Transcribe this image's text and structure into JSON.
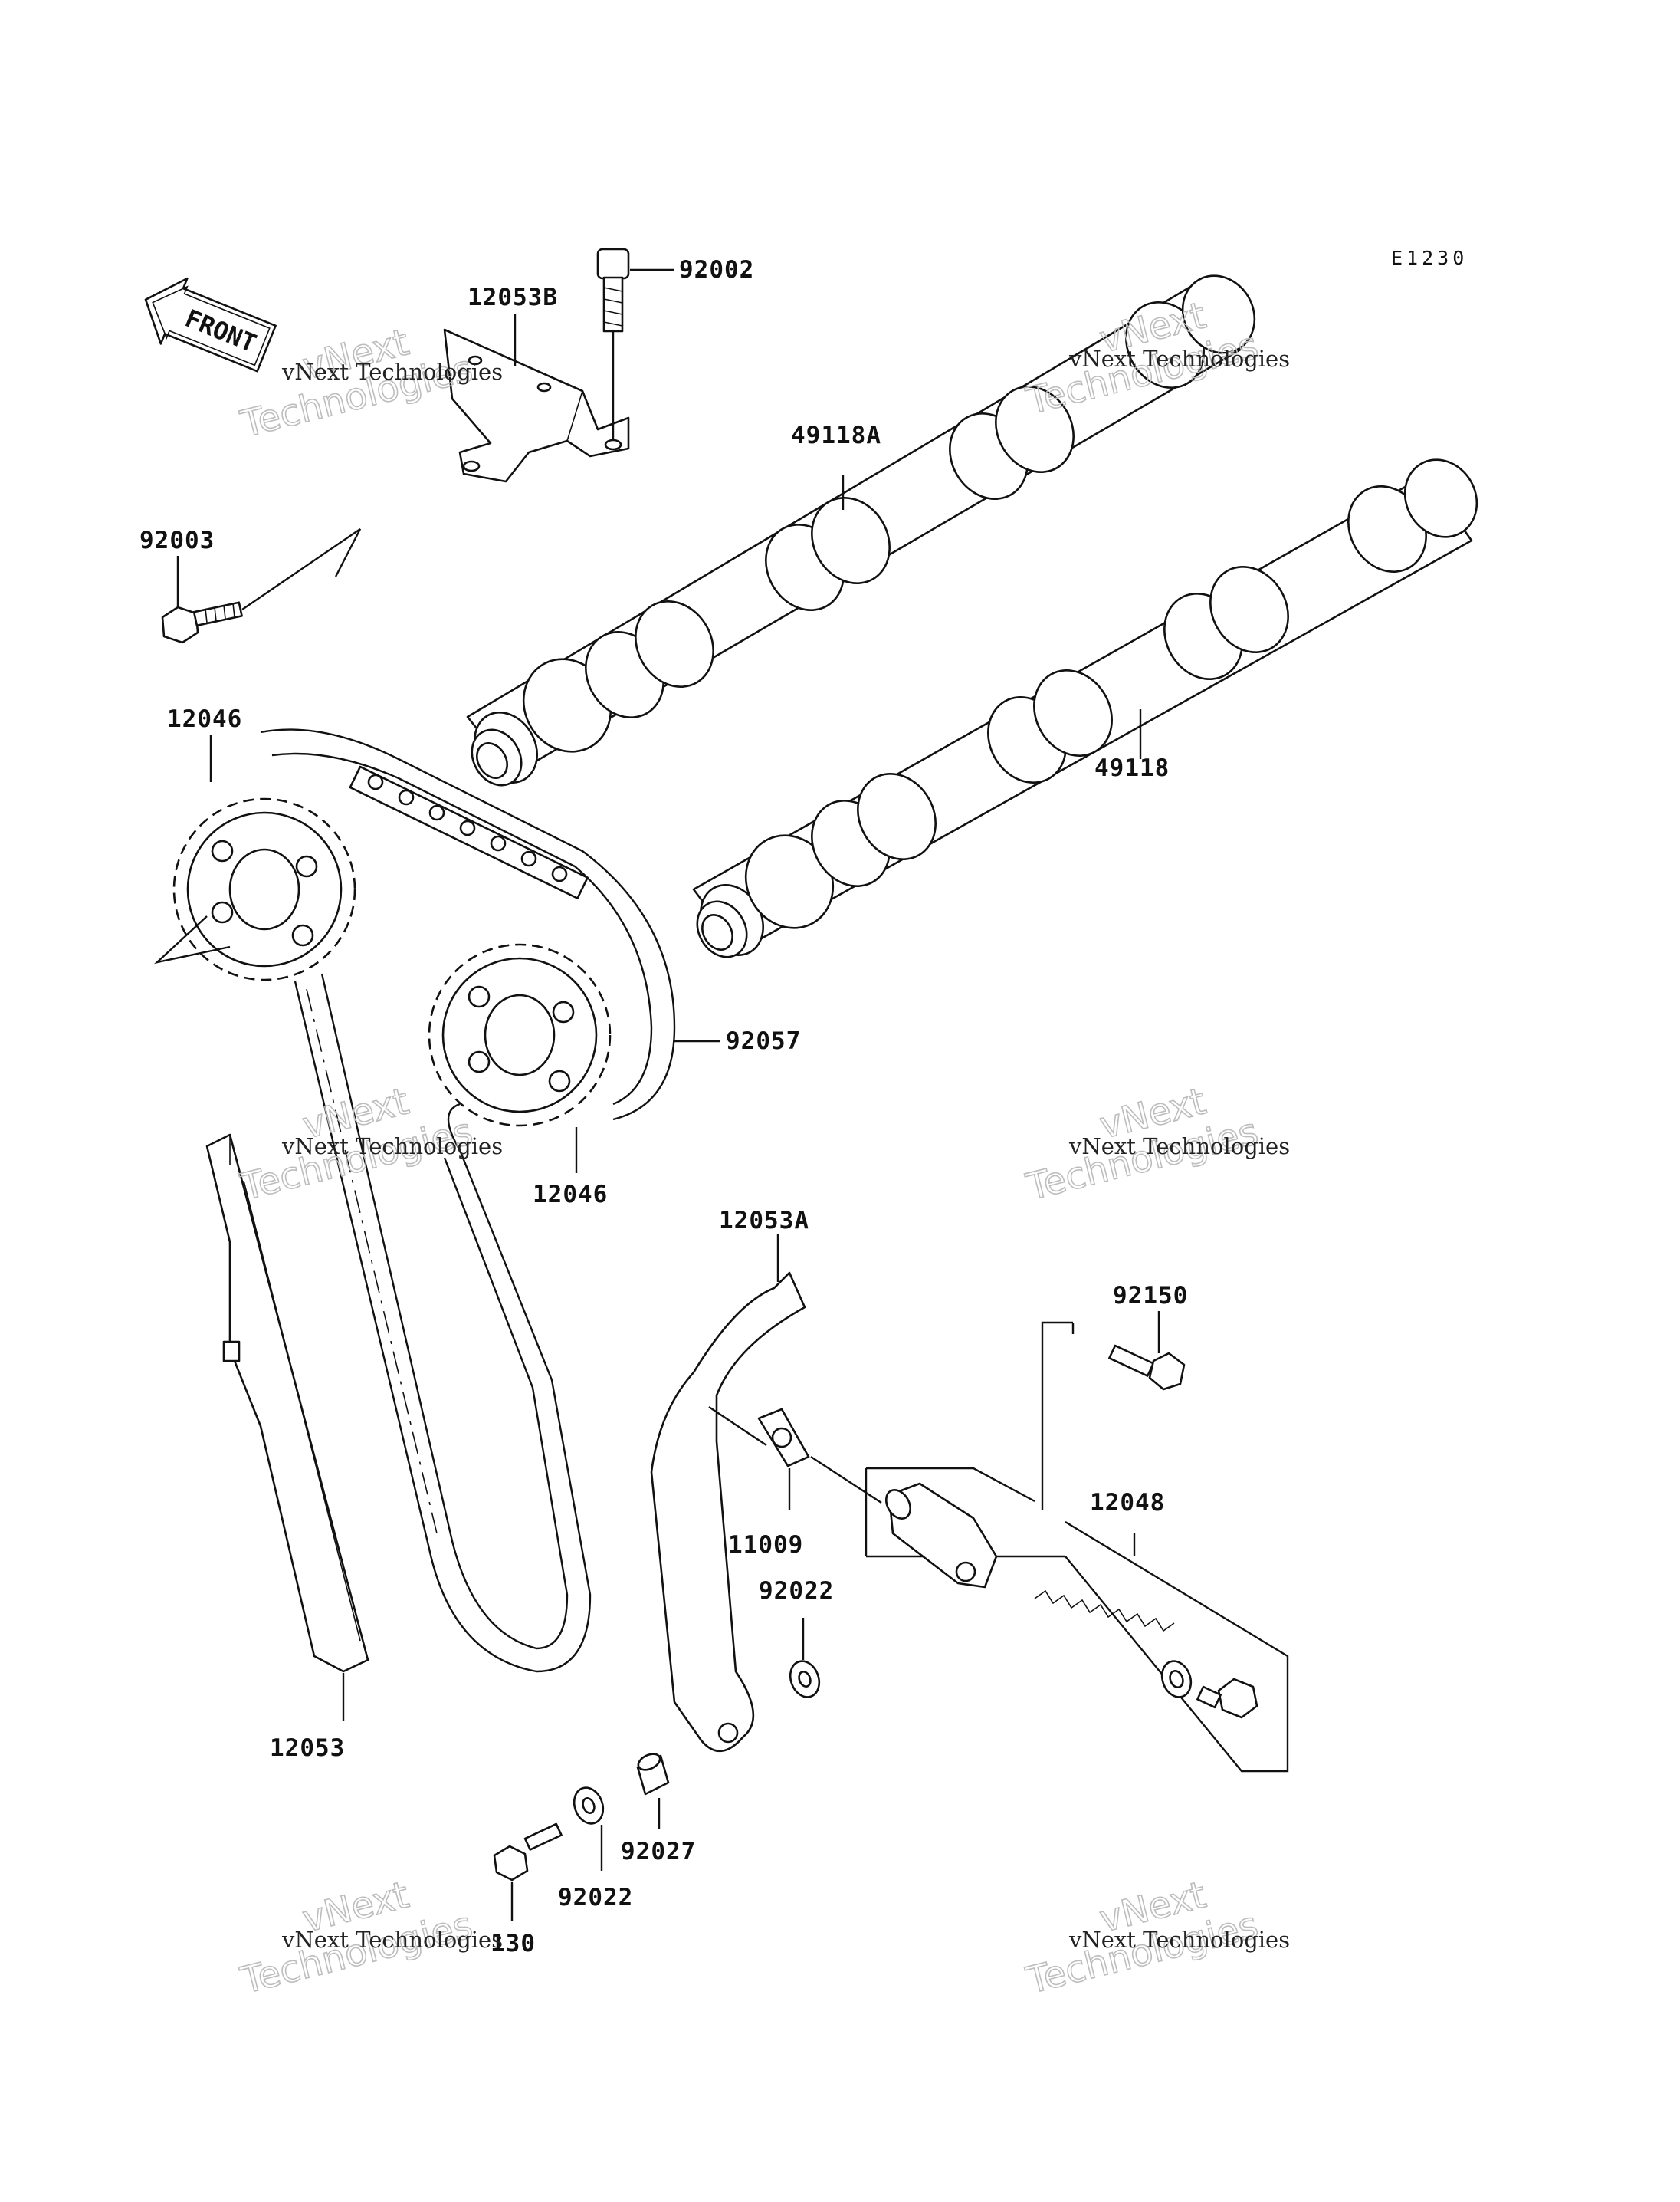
{
  "diagram_code": "E1230",
  "front_arrow_text": "FRONT",
  "labels": {
    "p92002": "92002",
    "p12053B": "12053B",
    "p49118A": "49118A",
    "p92003": "92003",
    "p12046_top": "12046",
    "p49118": "49118",
    "p92057": "92057",
    "p12046_bottom": "12046",
    "p12053A": "12053A",
    "p92150": "92150",
    "p12048": "12048",
    "p11009": "11009",
    "p92022_upper": "92022",
    "p12053": "12053",
    "p92027": "92027",
    "p92022_lower": "92022",
    "p130": "130"
  },
  "watermark": {
    "line1": "vNext Technologies",
    "line2": "vNext",
    "line3": "Technologies"
  }
}
